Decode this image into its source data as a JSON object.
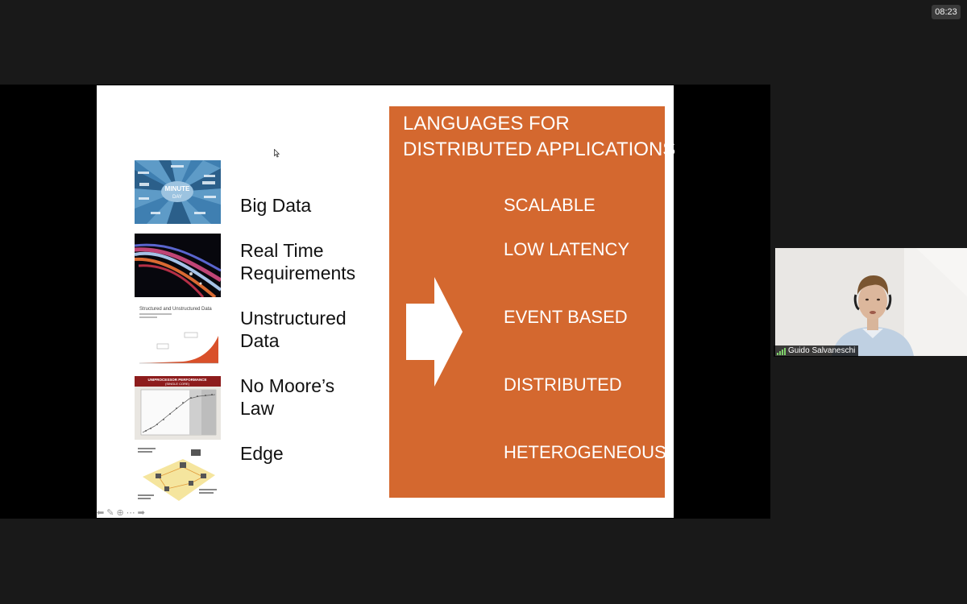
{
  "meeting": {
    "timer": "08:23",
    "participant_name": "Guido Salvaneschi"
  },
  "slide": {
    "panel_title_lines": [
      "LANGUAGES FOR",
      "DISTRIBUTED APPLICATIONS"
    ],
    "topics": [
      {
        "label_lines": [
          "Big Data",
          ""
        ],
        "thumb": "infographic-data-per-minute"
      },
      {
        "label_lines": [
          "Real Time",
          "Requirements"
        ],
        "thumb": "light-streams-image"
      },
      {
        "label_lines": [
          "Unstructured",
          "Data"
        ],
        "thumb": "structured-unstructured-data-chart"
      },
      {
        "label_lines": [
          "No Moore’s",
          "Law"
        ],
        "thumb": "uniprocessor-performance-chart"
      },
      {
        "label_lines": [
          "Edge",
          ""
        ],
        "thumb": "edge-computing-diagram"
      }
    ],
    "properties": [
      "SCALABLE",
      "LOW LATENCY",
      "EVENT BASED",
      "DISTRIBUTED",
      "HETEROGENEOUS"
    ],
    "thumb_texts": {
      "minute_center": "MINUTE",
      "minute_center_sub": "DAY",
      "unstructured_title": "Structured and Unstructured Data",
      "uniprocessor_title": "UNIPROCESSOR PERFORMANCE",
      "uniprocessor_sub": "(SINGLE CORE)"
    }
  },
  "colors": {
    "panel": "#d4682f",
    "background": "#191919",
    "slide": "#ffffff"
  },
  "icons": [
    "pointer-cursor-icon",
    "arrow-right-icon",
    "nav-back-icon",
    "pen-icon",
    "zoom-icon",
    "more-icon",
    "nav-forward-icon",
    "signal-bars-icon"
  ]
}
